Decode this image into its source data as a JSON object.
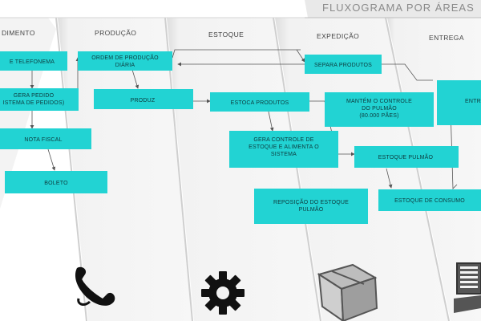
{
  "banner": {
    "title": "FLUXOGRAMA POR ÁREAS"
  },
  "lanes": {
    "atendimento": "DIMENTO",
    "producao": "PRODUÇÃO",
    "estoque": "ESTOQUE",
    "expedicao": "EXPEDIÇÃO",
    "entrega": "ENTREGA"
  },
  "boxes": {
    "telefonema": [
      "E TELEFONEMA"
    ],
    "gera_pedido": [
      "GERA PEDIDO",
      "ISTEMA DE PEDIDOS)"
    ],
    "nota_fiscal": [
      "NOTA FISCAL"
    ],
    "boleto": [
      "BOLETO"
    ],
    "ordem_producao": [
      "ORDEM DE PRODUÇÃO",
      "DIÁRIA"
    ],
    "produz": [
      "PRODUZ"
    ],
    "estoca_produtos": [
      "ESTOCA PRODUTOS"
    ],
    "gera_controle": [
      "GERA CONTROLE DE",
      "ESTOQUE E ALIMENTA O",
      "SISTEMA"
    ],
    "reposicao": [
      "REPOSIÇÃO DO ESTOQUE",
      "PULMÃO"
    ],
    "separa_produtos": [
      "SEPARA PRODUTOS"
    ],
    "mantem_controle": [
      "MANTÉM O CONTROLE",
      "DO PULMÃO",
      "(80.000 PÃES)"
    ],
    "estoque_pulmao": [
      "ESTOQUE PULMÃO"
    ],
    "estoque_consumo": [
      "ESTOQUE DE CONSUMO"
    ],
    "entrega": [
      "ENTR"
    ]
  },
  "colors": {
    "box_fill": "#22d3d3",
    "lane_fill": "#ececec",
    "lane_line": "#cfcfcf",
    "connector": "#555555",
    "icon": "#111111"
  },
  "icons": {
    "atendimento": "telephone-icon",
    "producao": "gear-icon",
    "estoque": "box-icon",
    "entrega": "laptop-icon"
  }
}
